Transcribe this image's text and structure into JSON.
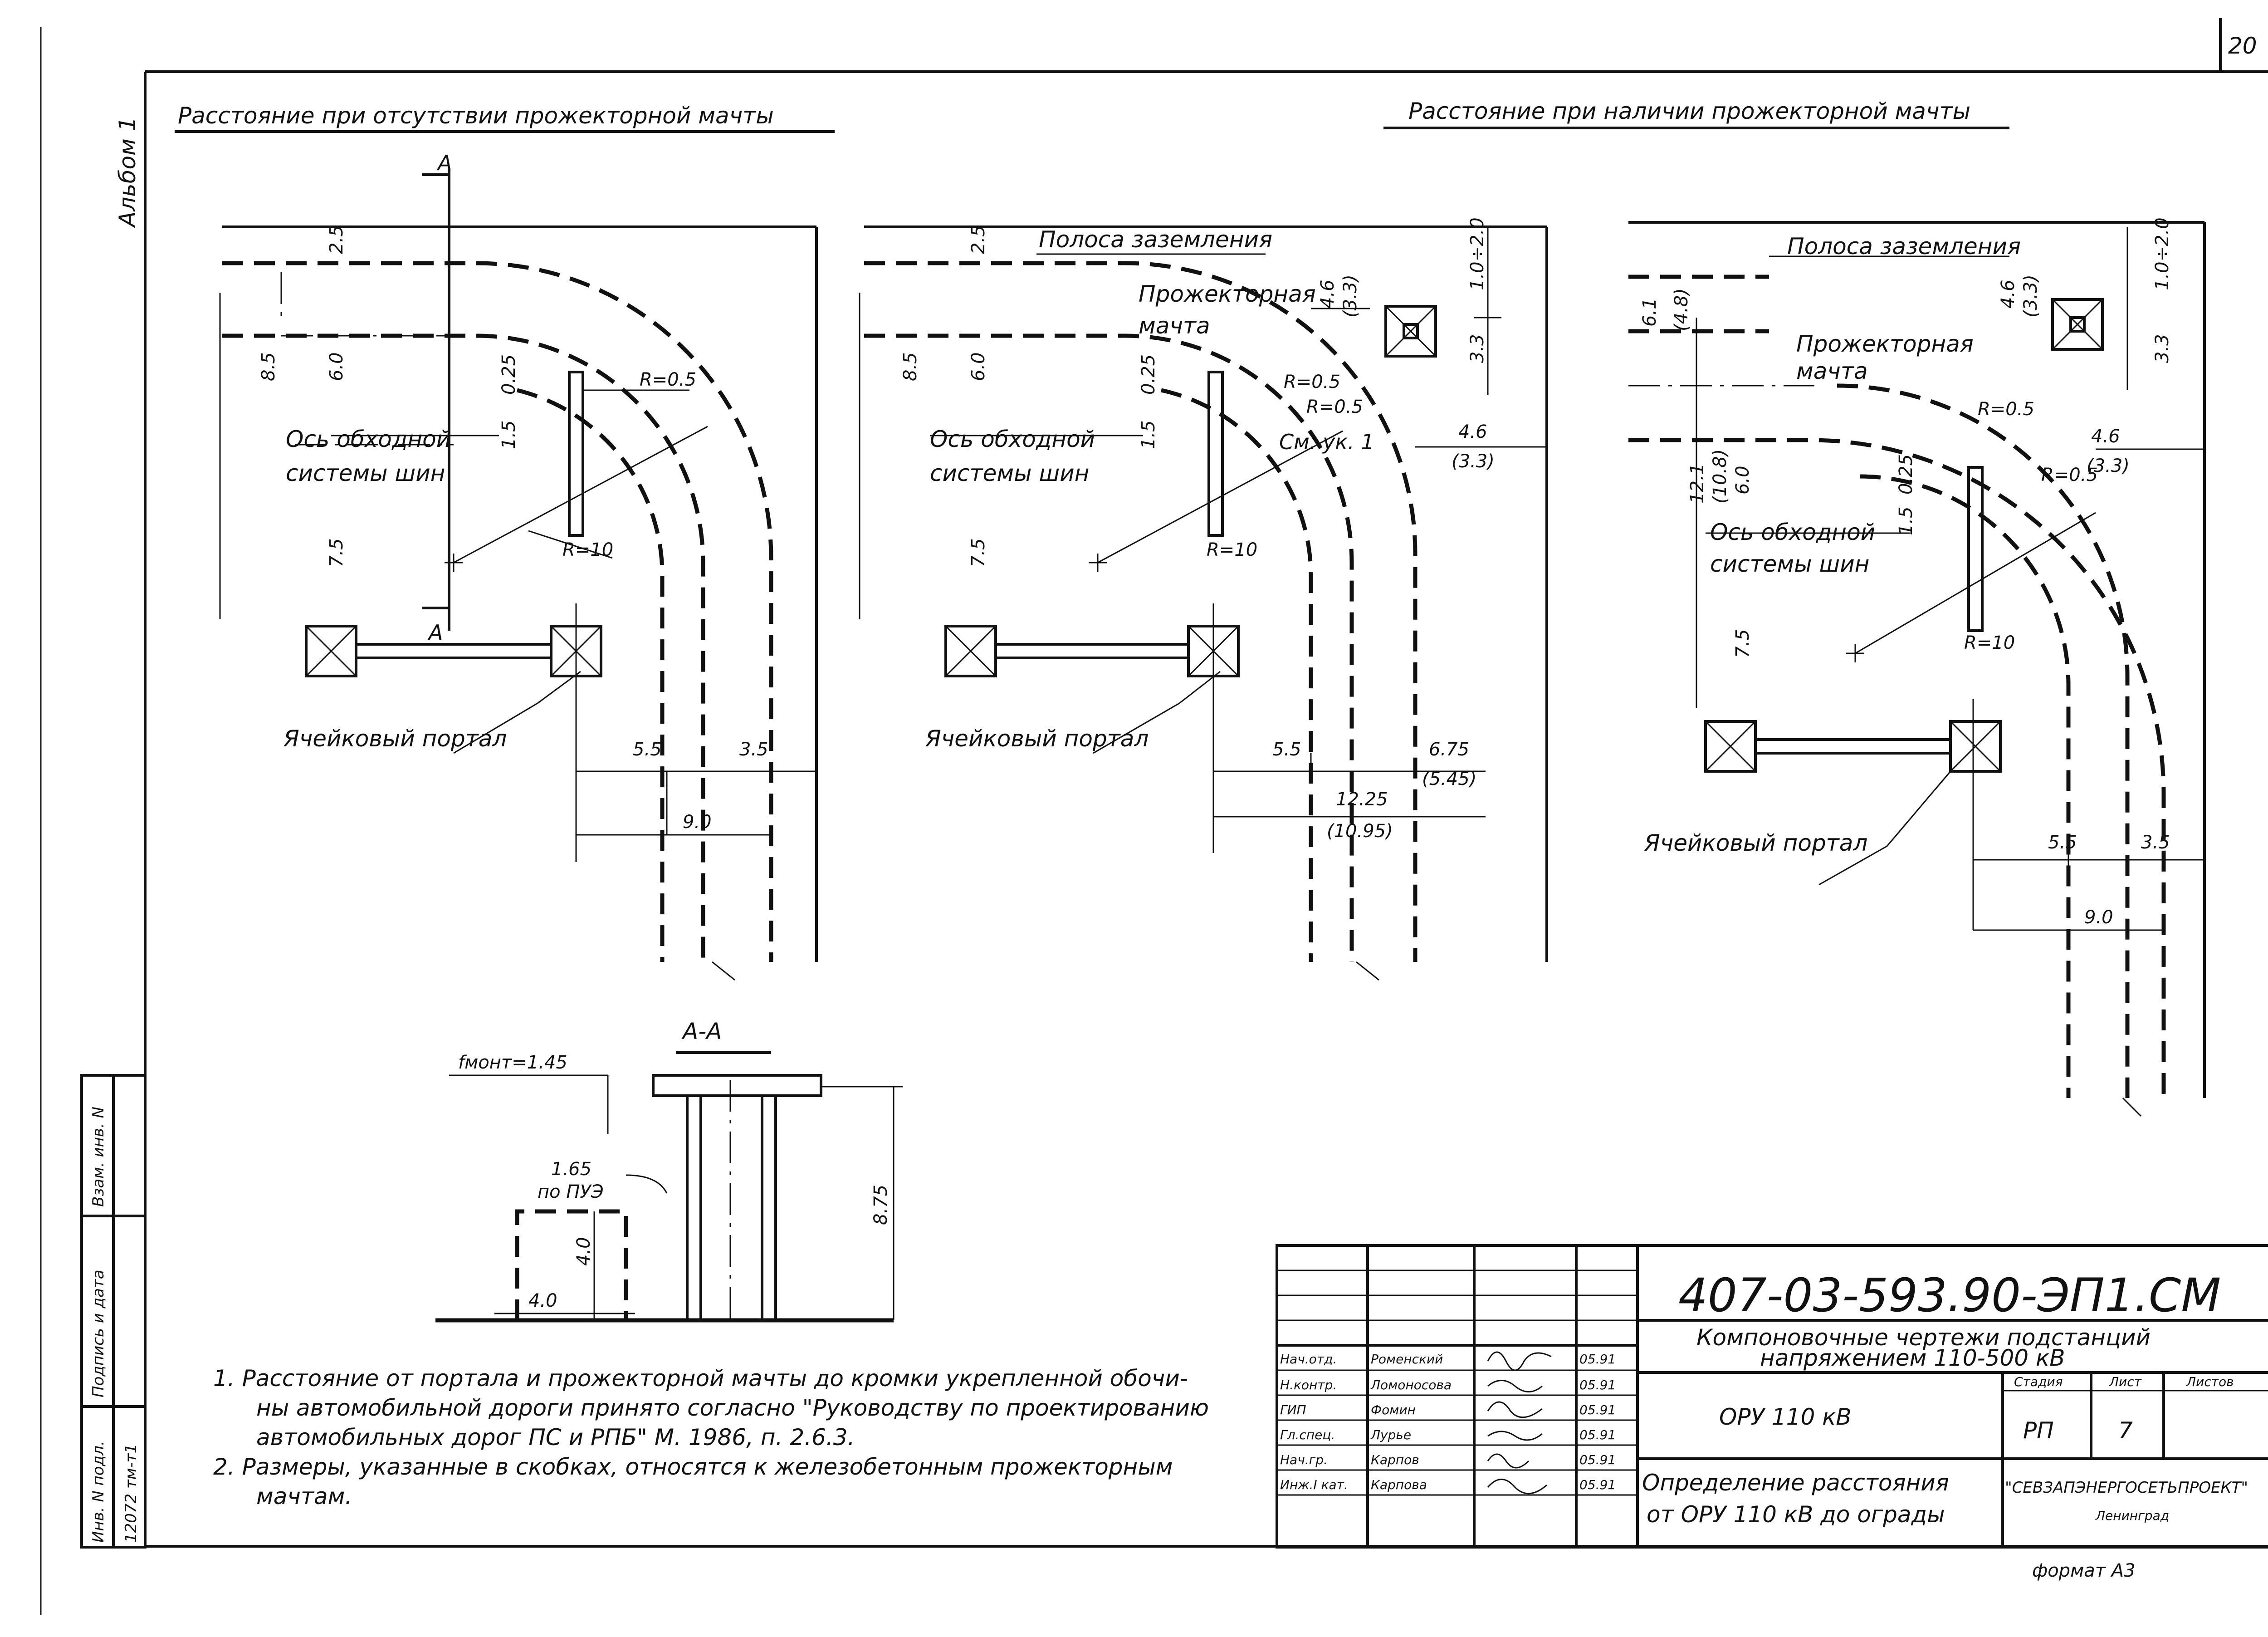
{
  "sheet": {
    "number": "20",
    "album": "Альбом 1",
    "format": "формат А3"
  },
  "headings": {
    "without_mast": "Расстояние при отсутствии прожекторной мачты",
    "with_mast": "Расстояние при наличии прожекторной мачты"
  },
  "section_marker": "А",
  "labels": {
    "bus_axis_1": "Ось обходной",
    "bus_axis_2": "системы шин",
    "cell_portal": "Ячейковый портал",
    "ground_strip": "Полоса заземления",
    "mast_1": "Прожекторная",
    "mast_2": "мачта",
    "see_note": "См. ук. 1"
  },
  "plan1": {
    "d_top": "2.5",
    "d_left": "8.5",
    "d_mid": "6.0",
    "d_lower": "7.5",
    "d_gap": "1.5",
    "d_small": "0.25",
    "r_small": "R=0.5",
    "r_big": "R=10",
    "d_x1": "5.5",
    "d_x2": "3.5",
    "d_total": "9.0"
  },
  "plan2": {
    "d_top": "2.5",
    "d_left": "8.5",
    "d_mid": "6.0",
    "d_lower": "7.5",
    "d_gap": "1.5",
    "d_small": "0.25",
    "r_small_1": "R=0.5",
    "r_small_2": "R=0.5",
    "r_big": "R=10",
    "d_mast_top": "4.6",
    "d_mast_top_alt": "(3.3)",
    "d_right_top": "1.0÷2.0",
    "d_right": "3.3",
    "d_mast_side": "4.6",
    "d_mast_side_alt": "(3.3)",
    "d_x1": "5.5",
    "d_x2": "6.75",
    "d_x2_alt": "(5.45)",
    "d_total": "12.25",
    "d_total_alt": "(10.95)"
  },
  "plan3": {
    "d_top": "6.1",
    "d_top_alt": "(4.8)",
    "d_mast_top": "4.6",
    "d_mast_top_alt": "(3.3)",
    "d_right_top": "1.0÷2.0",
    "d_right": "3.3",
    "d_left": "12.1",
    "d_left_alt": "(10.8)",
    "d_mid": "6.0",
    "d_lower": "7.5",
    "d_gap": "1.5",
    "d_small": "0.25",
    "r_small_1": "R=0.5",
    "r_small_2": "R=0.5",
    "r_big": "R=10",
    "d_mast_side": "4.6",
    "d_mast_side_alt": "(3.3)",
    "d_x1": "5.5",
    "d_x2": "3.5",
    "d_total": "9.0"
  },
  "section": {
    "title": "А-А",
    "f_mont": "fмонт=1.45",
    "d_165": "1.65",
    "by_pue": "по ПУЭ",
    "d_height": "4.0",
    "d_width": "4.0",
    "d_total_height": "8.75"
  },
  "notes": [
    "1. Расстояние от портала и прожекторной мачты до кромки укрепленной обочи-",
    "ны автомобильной дороги принято согласно \"Руководству по проектированию",
    "автомобильных дорог ПС и РПБ\" М. 1986, п. 2.6.3.",
    "2. Размеры, указанные в скобках, относятся к железобетонным прожекторным",
    "мачтам."
  ],
  "side_stamps": {
    "inv_no": "Инв. N подл.",
    "inv_value": "12072 тм-т1",
    "signature_date": "Подпись и дата",
    "replace_inv": "Взам. инв. N"
  },
  "title_block": {
    "code": "407-03-593.90-ЭП1.СМ",
    "project_1": "Компоновочные чертежи подстанций",
    "project_2": "напряжением 110-500 кВ",
    "drawing_name": "ОРУ 110 кВ",
    "sheet_title_1": "Определение расстояния",
    "sheet_title_2": "от ОРУ 110 кВ до ограды",
    "stage_header": "Стадия",
    "sheet_header": "Лист",
    "sheets_header": "Листов",
    "stage": "РП",
    "sheet_no": "7",
    "org": "\"СЕВЗАПЭНЕРГОСЕТЬПРОЕКТ\"",
    "city": "Ленинград",
    "signers": [
      {
        "role": "Нач.отд.",
        "name": "Роменский",
        "date": "05.91"
      },
      {
        "role": "Н.контр.",
        "name": "Ломоносова",
        "date": "05.91"
      },
      {
        "role": "ГИП",
        "name": "Фомин",
        "date": "05.91"
      },
      {
        "role": "Гл.спец.",
        "name": "Лурье",
        "date": "05.91"
      },
      {
        "role": "Нач.гр.",
        "name": "Карпов",
        "date": "05.91"
      },
      {
        "role": "Инж.I кат.",
        "name": "Карпова",
        "date": "05.91"
      }
    ]
  }
}
